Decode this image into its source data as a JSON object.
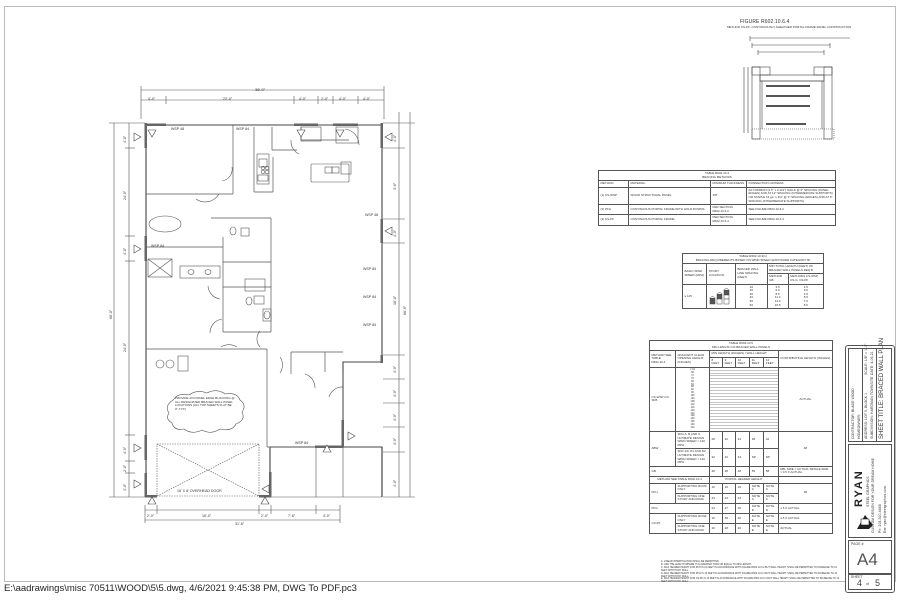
{
  "footer": {
    "path_text": "E:\\aadrawings\\misc 70511\\WOOD\\5\\5.dwg, 4/6/2021 9:45:38 PM, DWG To PDF.pc3"
  },
  "figure": {
    "title": "FIGURE R602.10.6.4",
    "subtitle": "METHOD CS-PF: CONTINUOUSLY SHEATHED PORTAL FRAME PANEL CONSTRUCTION"
  },
  "floor_plan": {
    "overall_width": "38'-0\"",
    "overall_depth": "66'-0\"",
    "top_dims": [
      "4'-0\"",
      "22'-0\"",
      "4'-0\"",
      "2'-0\"",
      "4'-0\"",
      "4'-0\""
    ],
    "bottom_dims": [
      "2'-0\"",
      "16'-0\"",
      "2'-0\"",
      "7'-6\"",
      "4'-0\""
    ],
    "bottom_overall": "31'-6\"",
    "left_dims": [
      "4'-0\"",
      "24'-0\"",
      "4'-0\"",
      "24'-0\"",
      "4'-0\"",
      "2'-0\"",
      "4'-0\""
    ],
    "right_dims": [
      "4'-0\"",
      "3'-6\"",
      "4'-0\"",
      "16'-0\"",
      "4'-0\"",
      "4'-0\"",
      "4'-0\"",
      "4'-0\"",
      "4'-0\""
    ],
    "garage_door": "16' X 8' OVERHEAD DOOR",
    "cloud_note": "PROVIDE 2X4 PANEL EDGE BLOCKING @ ALL DESIGNATED BRACED WALL PANEL LOCATIONS (ALL TOP SHEETS FLAT BE 0\"-TYP.)",
    "wall_tags": [
      "WSP 48",
      "WSP 84",
      "WSP 48",
      "WSP 84",
      "WSP 84",
      "WSP 84",
      "WSP 84",
      "WSP 84"
    ]
  },
  "table_bracing_methods": {
    "title": "TABLE R602.10.4",
    "subtitle": "BRACING METHODS",
    "headers": [
      "METHOD",
      "MATERIAL",
      "MINIMUM THICKNESS",
      "CONNECTION CRITERIA"
    ],
    "rows": [
      [
        "(1) CS-WSP",
        "WOOD STRUCTURAL PANEL",
        "3/8\"",
        "6d COMMON (2.5\" x 0.113\") NAILS @ 6\" SPACING (PANEL EDGES) AND AT 12\" SPACING (INTERMEDIATE SUPPORTS) OR STAPLE 16 ga. 1 3/4\" @ 3\" SPACING (EDGES) AND AT 6\" SPACING (INTERMEDIATE SUPPORTS)"
      ],
      [
        "(2) PFH",
        "CONTINUOUS PORTAL FRAME WITH HOLD DOWNS",
        "PER SECTION R602.10.6.2",
        "SEE FIGURE R602.10.6.2"
      ],
      [
        "(3) CS-PF",
        "CONTINUOUS PORTAL FRAME",
        "PER SECTION R602.10.6.4",
        "SEE FIGURE R602.10.6.4"
      ]
    ]
  },
  "table_wind": {
    "title": "TABLE R602.10.3(1)",
    "subtitle": "BRACING REQUIREMENTS BASED ON WIND SPEED (EXPOSURE CATEGORY B)",
    "headers": [
      "BASIC WIND SPEED (MPH)",
      "STORY LOCATION",
      "BRACED WALL LINE SPACING (FEET)",
      "MIN TOTAL LENGTH (FEET) OF BRACED WALL PANELS REQ'D"
    ],
    "sub_headers": [
      "METHOD GB",
      "METHODS CS-WSP, CS-G, CS-PF"
    ],
    "wind_speed": "≤ 115",
    "spacing": [
      "10",
      "20",
      "30",
      "40",
      "50",
      "60"
    ],
    "gb": [
      "3.5",
      "6.0",
      "8.5",
      "11.0",
      "14.0",
      "16.5"
    ],
    "cs": [
      "1.5",
      "3.0",
      "4.5",
      "5.5",
      "7.0",
      "8.0"
    ]
  },
  "table_min_length": {
    "title": "TABLE R602.10.5",
    "subtitle": "MIN LENGTH OF BRACED WALL PANELS",
    "headers": [
      "METHOD SEE TABLE R602.10.4",
      "ADJACENT CLEAR OPENING HEIGHT (INCHES)",
      "MIN LENGTH (INCHES) / WALL HEIGHT",
      "CONTRIBUTING LENGTH (INCHES)"
    ],
    "wall_heights": [
      "8 FEET",
      "9 FEET",
      "10 FEET",
      "11 FEET",
      "12 FEET"
    ],
    "cs_method": "CS-WSP CS-SFB",
    "cs_contributing": "ACTUAL",
    "openings": [
      "≤ 64",
      "68",
      "72",
      "76",
      "80",
      "84",
      "88",
      "92",
      "96",
      "100",
      "104",
      "108",
      "112",
      "116",
      "120",
      "124",
      "128",
      "132",
      "136",
      "140",
      "144"
    ],
    "abw_label": "ABW",
    "abw_rows": [
      "SDC A, B AND C, ULTIMATE DESIGN WIND SPEED < 140 MPH",
      "SDC D0, D1 AND D2, ULTIMATE DESIGN WIND SPEED < 140 MPH"
    ],
    "abw_values": [
      [
        "28",
        "32",
        "34",
        "38",
        "42"
      ],
      [
        "32",
        "32",
        "34",
        "NP",
        "NP"
      ]
    ],
    "abw_contributing": "48",
    "gb_label": "GB",
    "gb_values": [
      "48",
      "48",
      "48",
      "53",
      "58"
    ],
    "gb_contributing": "DBL SIDE = ACTUAL SINGLE SIDE = 0.5 X ACTUAL",
    "portal_header": "PORTAL HEADER HEIGHT",
    "portal_rows": [
      {
        "method": "PFH",
        "desc": "SUPPORTING ROOF ONLY",
        "values": [
          "16",
          "16",
          "16",
          "NOTE C",
          "NOTE C"
        ],
        "contributing": "48"
      },
      {
        "method": "",
        "desc": "SUPPORTING ONE STORY AND ROOF",
        "values": [
          "24",
          "24",
          "24",
          "NOTE C",
          "NOTE C"
        ],
        "contributing": ""
      },
      {
        "method": "PFG",
        "desc": "",
        "values": [
          "24",
          "27",
          "30",
          "NOTE D",
          "NOTE D"
        ],
        "contributing": "1.5 X ACTUAL"
      },
      {
        "method": "CS-PF",
        "desc": "SUPPORTING ROOF ONLY",
        "values": [
          "16",
          "18",
          "20",
          "NOTE E",
          "NOTE E"
        ],
        "contributing": "1.5 X ACTUAL"
      },
      {
        "method": "",
        "desc": "SUPPORTING ONE STORY AND ROOF",
        "values": [
          "16",
          "18",
          "20",
          "NOTE E",
          "NOTE E"
        ],
        "contributing": "ACTUAL"
      }
    ],
    "notes": [
      "A. LINEAR INTERPOLATION SHALL BE PERMITTED.",
      "B. USE THE LENGTH WHERE IT IS GREATER THAN OR EQUAL TO MIN LENGTH.",
      "C. MAX HEADER HEIGHT FOR PFH IS 10 FEET IN ACCORDANCE WITH FIGURE R602.10.6.2 BUT WALL HEIGHT SHALL BE PERMITTED TO INCREASE TO 12 FEET WITH PONY WALL.",
      "D. MAX HEADER HEIGHT FOR PFG IS 10 FEET IN ACCORDANCE WITH FIGURE R602.10.6.3 BUT WALL HEIGHT SHALL BE PERMITTED TO INCREASE TO 12 FEET WITH PONY WALL.",
      "E. MAX HEADER HEIGHT FOR CS-PF IS 10 FEET IN ACCORDANCE WITH FIGURE R602.10.6.4 BUT WALL HEIGHT SHALL BE PERMITTED TO INCREASE TO 12 FEET WITH PONY WALL."
    ]
  },
  "title_block": {
    "contractor": "CONTRACTOR: BLADE WOOD",
    "homeowner": "HOMEOWNER:",
    "address": "ADDRESS: LOT 5, BLOCK 1",
    "subdivision": "SUBDIVISION: HARDMAN TOWNSITE",
    "scale": "SCALE: 1/8\" = 1'-0\"",
    "date": "DATE: 4-06-21",
    "sheet_title": "SHEET TITLE: BRACED WALL PLAN",
    "company": "RYAN",
    "company_tag": "STEEL GRAPHICS",
    "slogan": "CUSTOM DESIGN FOR YOUR DREAM HOME",
    "phone": "Ph: 208-520-4448",
    "email": "Em: ryan@steelgraphics.com",
    "page_label": "PAGE #",
    "page": "A4",
    "sheet_label": "SHEET",
    "sheet_num": "4",
    "sheet_of": "of",
    "sheet_total": "5"
  }
}
